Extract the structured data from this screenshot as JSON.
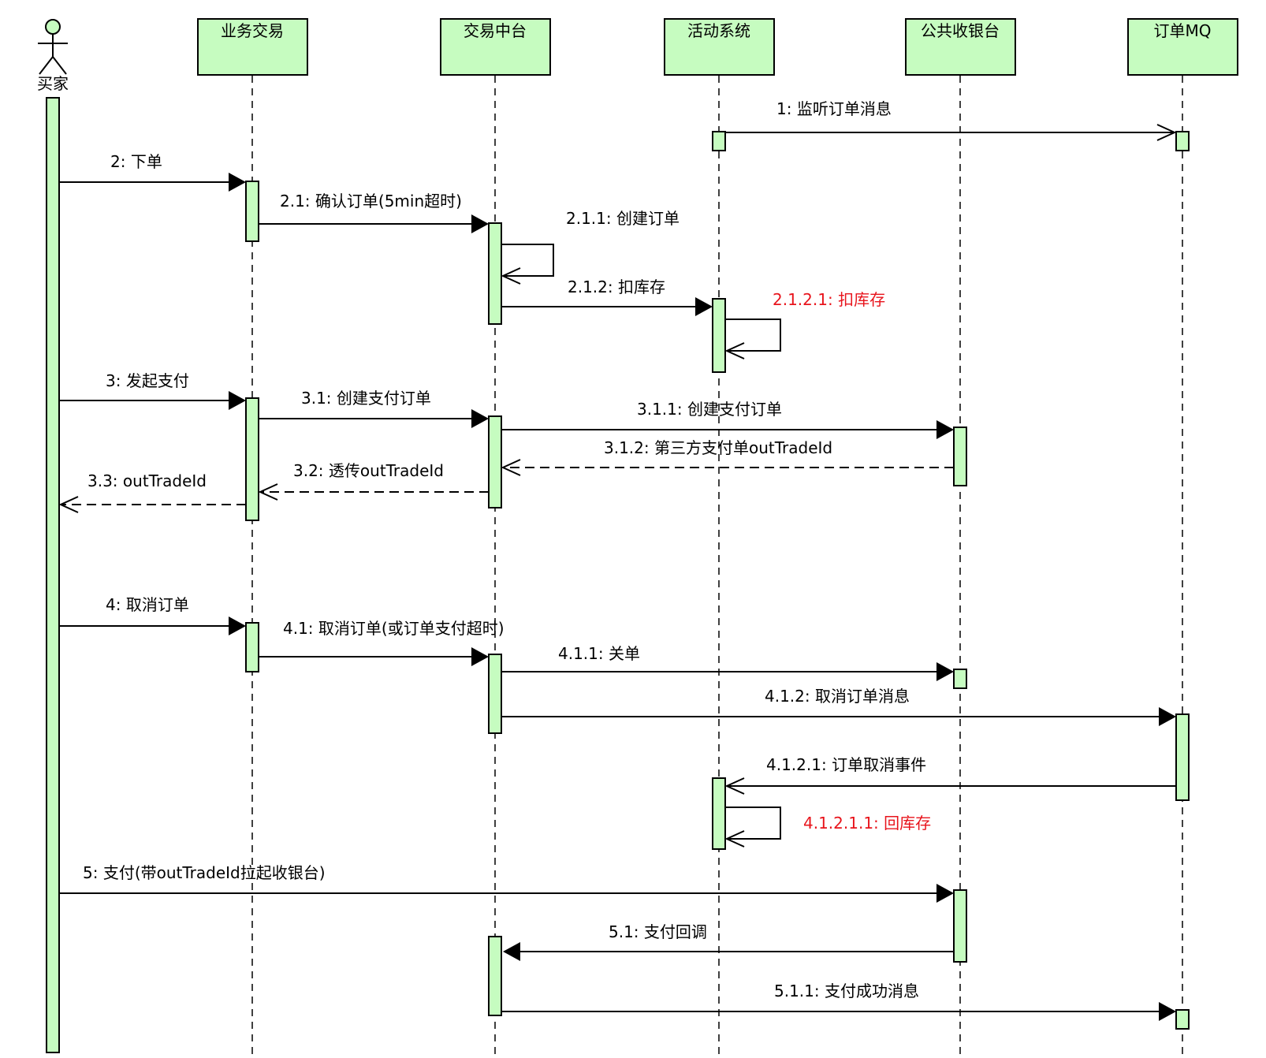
{
  "actor": {
    "name": "买家"
  },
  "participants": [
    {
      "id": "biz",
      "name": "业务交易"
    },
    {
      "id": "trade",
      "name": "交易中台"
    },
    {
      "id": "activity",
      "name": "活动系统"
    },
    {
      "id": "cashier",
      "name": "公共收银台"
    },
    {
      "id": "mq",
      "name": "订单MQ"
    }
  ],
  "messages": [
    {
      "id": "m1",
      "label": "1: 监听订单消息",
      "from": "activity",
      "to": "mq",
      "kind": "async"
    },
    {
      "id": "m2",
      "label": "2: 下单",
      "from": "buyer",
      "to": "biz",
      "kind": "sync"
    },
    {
      "id": "m2_1",
      "label": "2.1: 确认订单(5min超时)",
      "from": "biz",
      "to": "trade",
      "kind": "sync"
    },
    {
      "id": "m2_1_1",
      "label": "2.1.1: 创建订单",
      "from": "trade",
      "to": "trade",
      "kind": "self"
    },
    {
      "id": "m2_1_2",
      "label": "2.1.2: 扣库存",
      "from": "trade",
      "to": "activity",
      "kind": "sync"
    },
    {
      "id": "m2_1_2_1",
      "label": "2.1.2.1: 扣库存",
      "from": "activity",
      "to": "activity",
      "kind": "self",
      "color": "#e8141c"
    },
    {
      "id": "m3",
      "label": "3: 发起支付",
      "from": "buyer",
      "to": "biz",
      "kind": "sync"
    },
    {
      "id": "m3_1",
      "label": "3.1: 创建支付订单",
      "from": "biz",
      "to": "trade",
      "kind": "sync"
    },
    {
      "id": "m3_1_1",
      "label": "3.1.1: 创建支付订单",
      "from": "trade",
      "to": "cashier",
      "kind": "sync"
    },
    {
      "id": "m3_1_2",
      "label": "3.1.2: 第三方支付单outTradeId",
      "from": "cashier",
      "to": "trade",
      "kind": "return"
    },
    {
      "id": "m3_2",
      "label": "3.2: 透传outTradeId",
      "from": "trade",
      "to": "biz",
      "kind": "return"
    },
    {
      "id": "m3_3",
      "label": "3.3: outTradeId",
      "from": "biz",
      "to": "buyer",
      "kind": "return"
    },
    {
      "id": "m4",
      "label": "4: 取消订单",
      "from": "buyer",
      "to": "biz",
      "kind": "sync"
    },
    {
      "id": "m4_1",
      "label": "4.1: 取消订单(或订单支付超时)",
      "from": "biz",
      "to": "trade",
      "kind": "sync"
    },
    {
      "id": "m4_1_1",
      "label": "4.1.1: 关单",
      "from": "trade",
      "to": "cashier",
      "kind": "sync"
    },
    {
      "id": "m4_1_2",
      "label": "4.1.2: 取消订单消息",
      "from": "trade",
      "to": "mq",
      "kind": "sync"
    },
    {
      "id": "m4_1_2_1",
      "label": "4.1.2.1: 订单取消事件",
      "from": "mq",
      "to": "activity",
      "kind": "async"
    },
    {
      "id": "m4_1_2_1_1",
      "label": "4.1.2.1.1: 回库存",
      "from": "activity",
      "to": "activity",
      "kind": "self",
      "color": "#e8141c"
    },
    {
      "id": "m5",
      "label": "5: 支付(带outTradeId拉起收银台)",
      "from": "buyer",
      "to": "cashier",
      "kind": "sync"
    },
    {
      "id": "m5_1",
      "label": "5.1: 支付回调",
      "from": "cashier",
      "to": "trade",
      "kind": "sync"
    },
    {
      "id": "m5_1_1",
      "label": "5.1.1: 支付成功消息",
      "from": "trade",
      "to": "mq",
      "kind": "sync"
    }
  ]
}
